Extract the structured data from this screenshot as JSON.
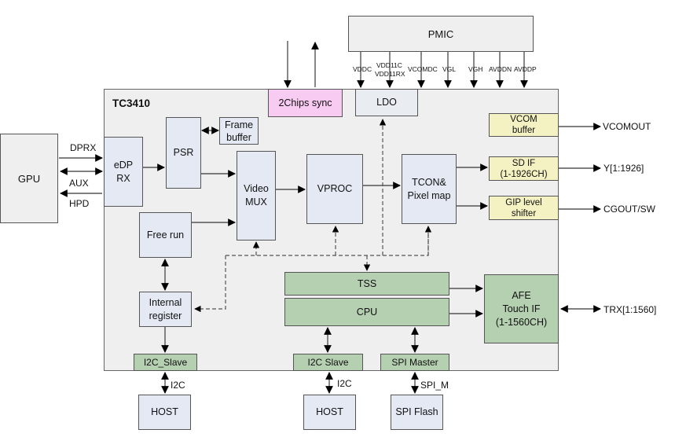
{
  "chip": {
    "name": "TC3410"
  },
  "blocks": {
    "pmic": "PMIC",
    "gpu": "GPU",
    "edp_rx": [
      "eDP",
      "RX"
    ],
    "psr": "PSR",
    "frame_buffer": [
      "Frame",
      "buffer"
    ],
    "video_mux": [
      "Video",
      "MUX"
    ],
    "vproc": "VPROC",
    "tcon": [
      "TCON&",
      "Pixel map"
    ],
    "free_run": "Free run",
    "internal_register": [
      "Internal",
      "register"
    ],
    "chips_sync": "2Chips sync",
    "ldo": "LDO",
    "vcom_buffer": [
      "VCOM",
      "buffer"
    ],
    "sd_if": [
      "SD IF",
      "(1-1926CH)"
    ],
    "gip": [
      "GIP level",
      "shifter"
    ],
    "tss": "TSS",
    "cpu": "CPU",
    "afe": [
      "AFE",
      "Touch IF",
      "(1-1560CH)"
    ],
    "i2c_slave_1": "I2C_Slave",
    "i2c_slave_2": "I2C Slave",
    "spi_master": "SPI Master",
    "host_1": "HOST",
    "host_2": "HOST",
    "spi_flash": "SPI Flash"
  },
  "pmic_rails": [
    "VDDC",
    "VDD11C",
    "VDD11RX",
    "VCOMDC",
    "VGL",
    "VGH",
    "AVDDN",
    "AVDDP"
  ],
  "signals": {
    "dprx": "DPRX",
    "aux": "AUX",
    "hpd": "HPD",
    "vcomout": "VCOMOUT",
    "y_out": "Y[1:1926]",
    "cgout": "CGOUT/SW",
    "trx": "TRX[1:1560]",
    "i2c_1": "I2C",
    "i2c_2": "I2C",
    "spi_m": "SPI_M"
  }
}
